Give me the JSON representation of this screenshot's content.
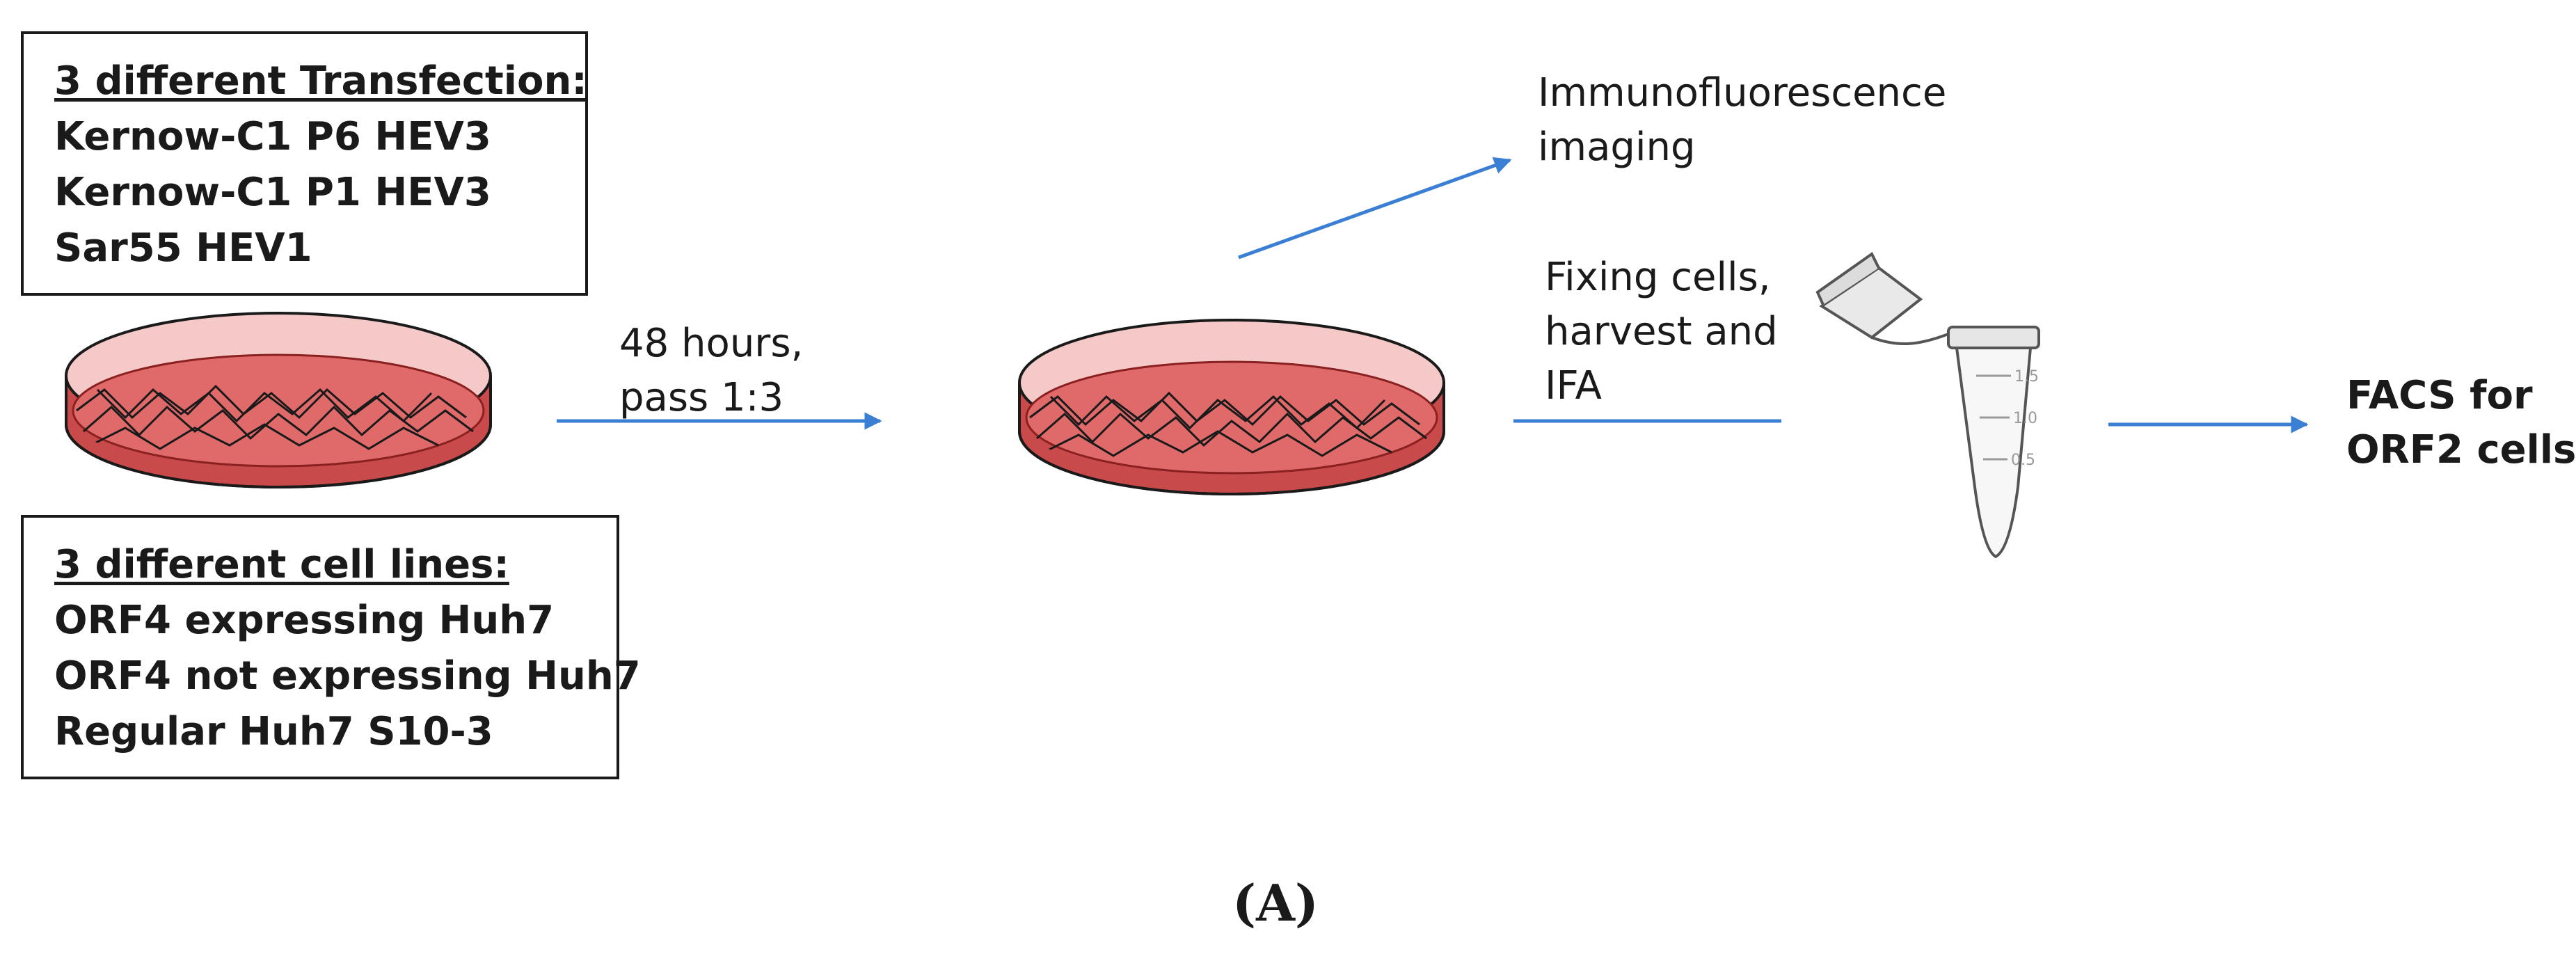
{
  "transfection_box": {
    "title": "3 different Transfection:",
    "items": [
      "Kernow-C1 P6 HEV3",
      "Kernow-C1 P1 HEV3",
      "Sar55 HEV1"
    ]
  },
  "cell_lines_box": {
    "title": "3 different cell lines:",
    "items": [
      "ORF4 expressing Huh7",
      "ORF4 not expressing Huh7",
      "Regular Huh7 S10-3"
    ]
  },
  "step1_label": [
    "48 hours,",
    "pass 1:3"
  ],
  "imaging_label": [
    "Immunofluorescence",
    "imaging"
  ],
  "fixing_label": [
    "Fixing cells,",
    "harvest and",
    "IFA"
  ],
  "facs_label": [
    "FACS for",
    "ORF2 cells"
  ],
  "tube_ticks": [
    "1.5",
    "1.0",
    "0.5"
  ],
  "caption": "(A)",
  "colors": {
    "arrow": "#3a7fd4",
    "dish_fill": "#e06a6a",
    "dish_light": "#f6c9c9",
    "dish_dark": "#8a2020",
    "outline": "#1a1a1a"
  }
}
